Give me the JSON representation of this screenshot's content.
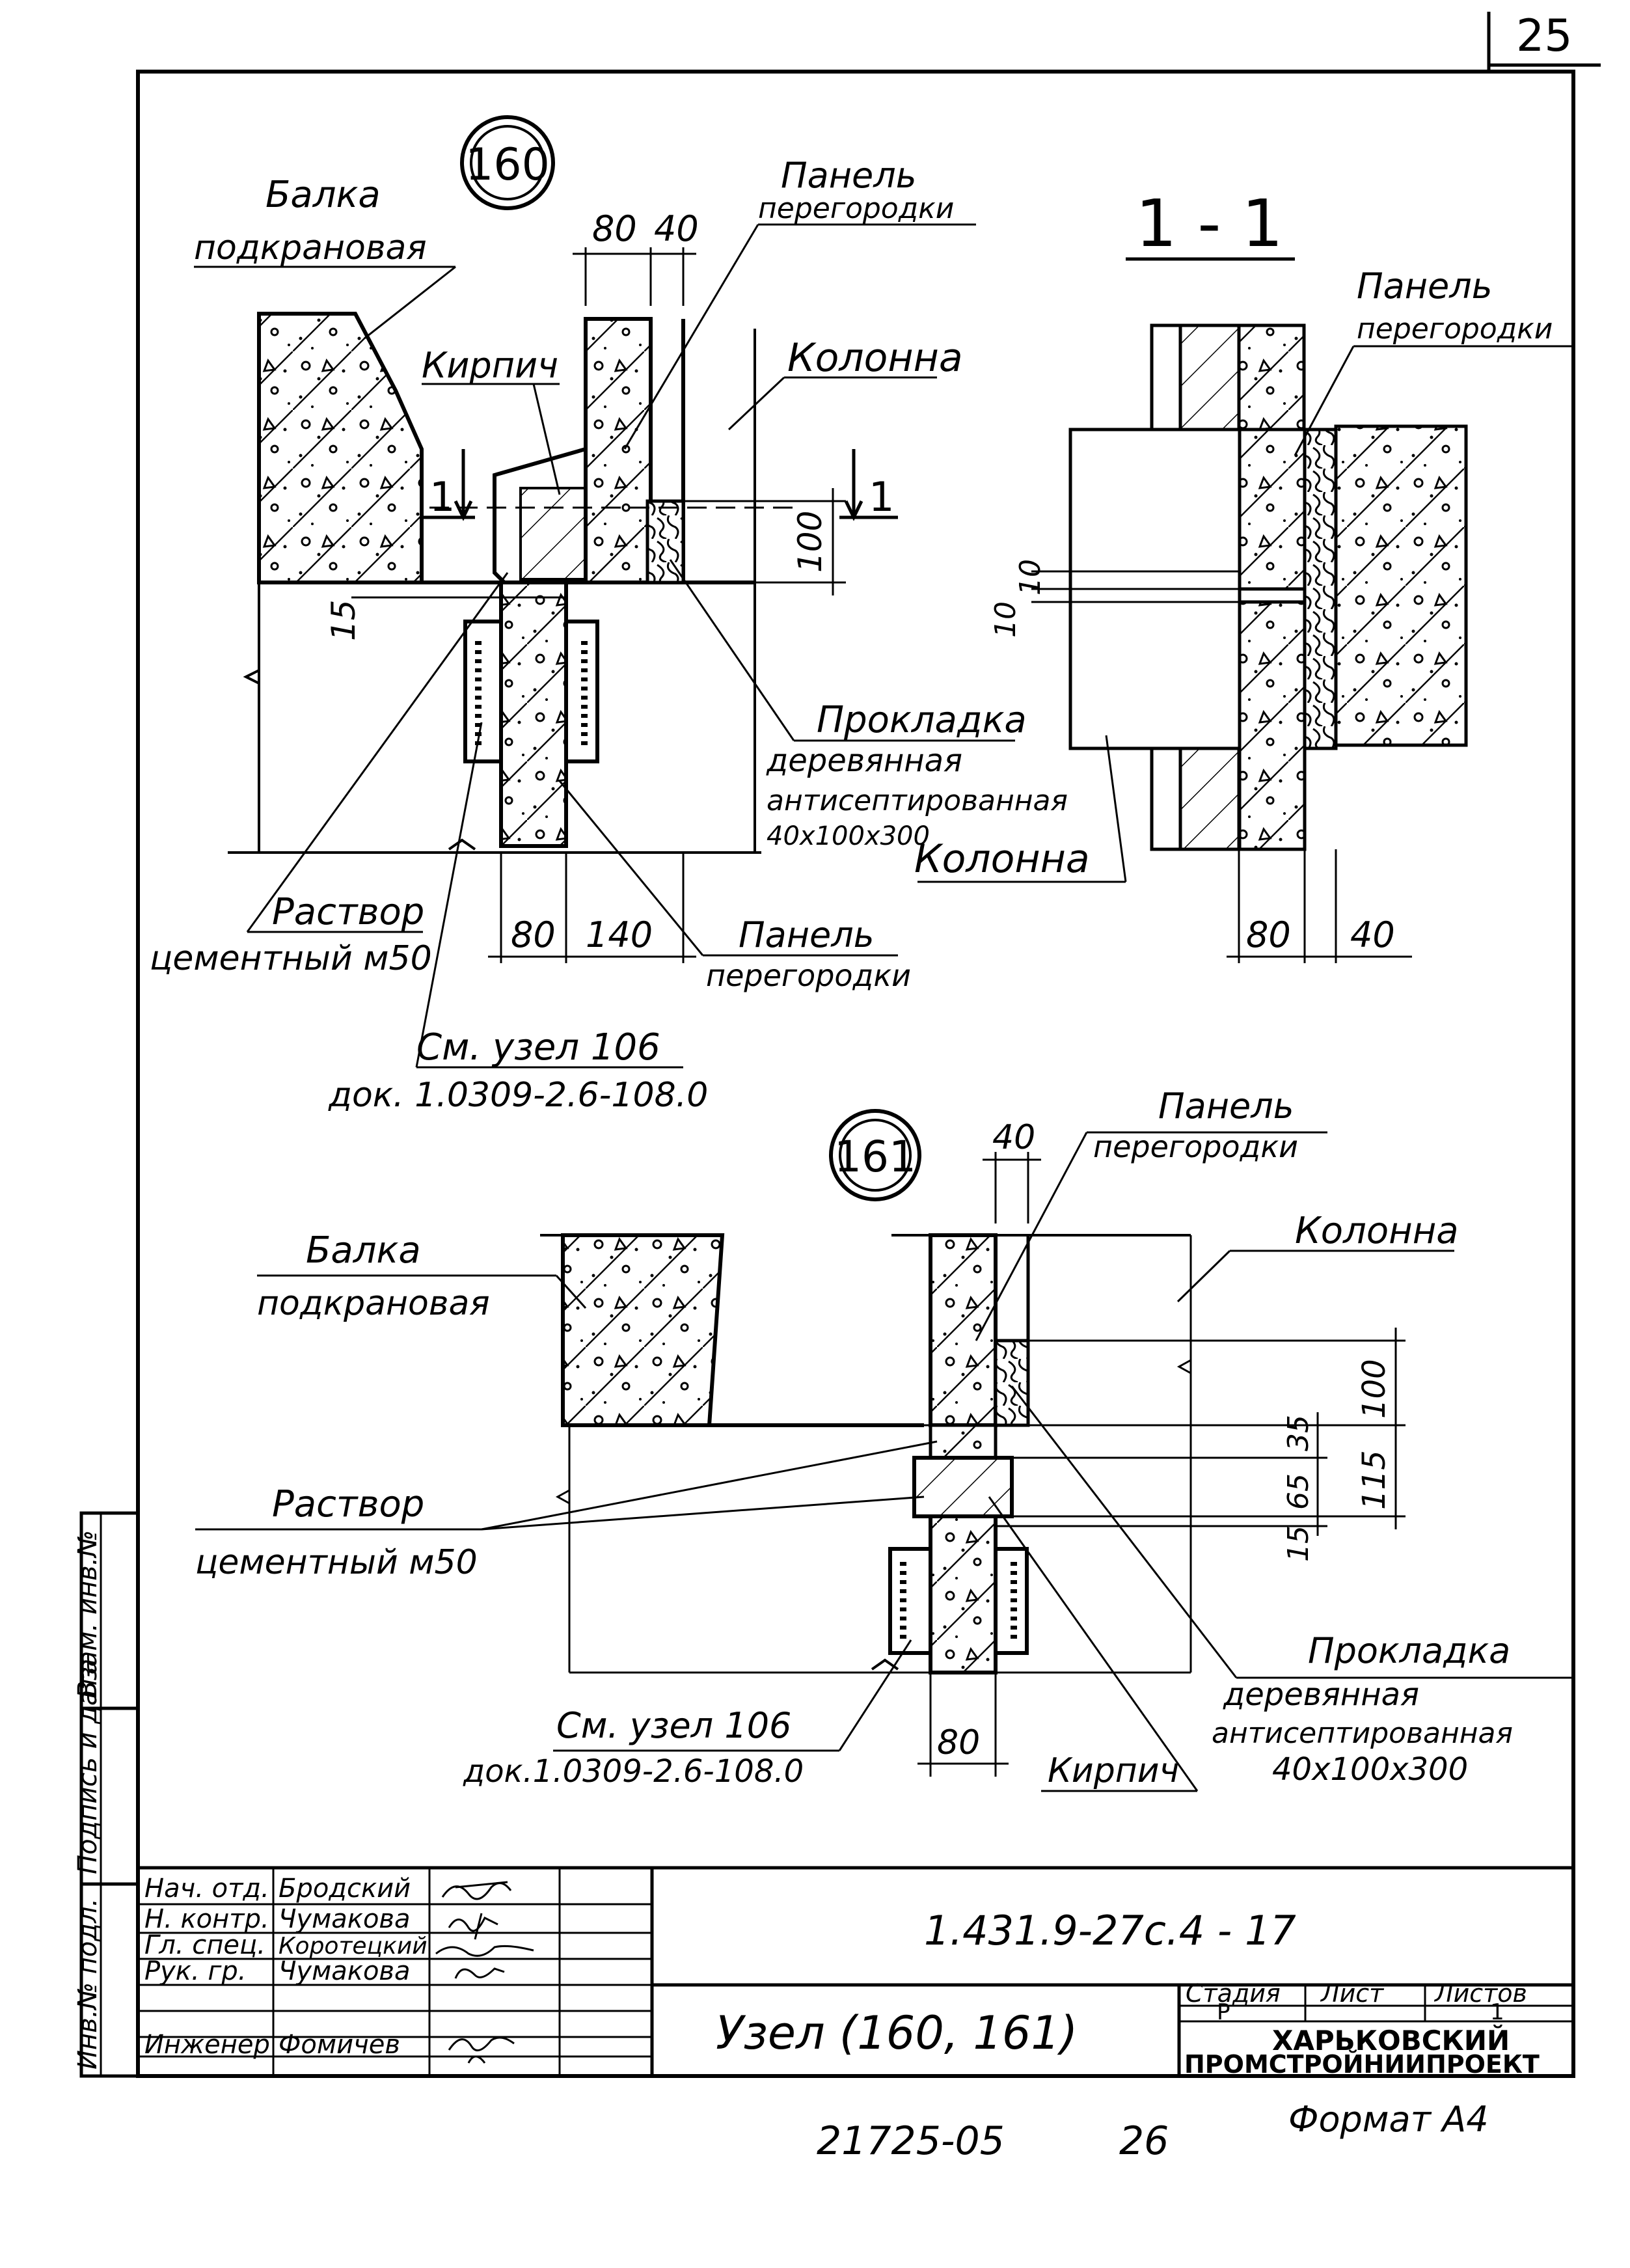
{
  "page_number": "25",
  "node160": {
    "number": "160",
    "beam_label_1": "Балка",
    "beam_label_2": "подкрановая",
    "panel_top_1": "Панель",
    "panel_top_2": "перегородки",
    "brick": "Кирпич",
    "column": "Колонна",
    "section_mark": "1",
    "dim_80": "80",
    "dim_40": "40",
    "dim_100": "100",
    "dim_15": "15",
    "dim_bottom_80": "80",
    "dim_bottom_140": "140",
    "pad_1": "Прокладка",
    "pad_2": "деревянная",
    "pad_3": "антисептированная",
    "pad_4": "40х100х300",
    "column_bottom": "Колонна",
    "mortar_1": "Раствор",
    "mortar_2": "цементный м50",
    "panel_bottom_1": "Панель",
    "panel_bottom_2": "перегородки",
    "ref_1": "См. узел 106",
    "ref_2": "док. 1.0309-2.6-108.0"
  },
  "section11": {
    "title": "1 - 1",
    "panel_1": "Панель",
    "panel_2": "перегородки",
    "dim_10a": "10",
    "dim_10b": "10",
    "dim_80": "80",
    "dim_40": "40"
  },
  "node161": {
    "number": "161",
    "dim_40": "40",
    "panel_1": "Панель",
    "panel_2": "перегородки",
    "column": "Колонна",
    "beam_1": "Балка",
    "beam_2": "подкрановая",
    "mortar_1": "Раствор",
    "mortar_2": "цементный м50",
    "dim_100": "100",
    "dim_35": "35",
    "dim_65": "65",
    "dim_115": "115",
    "dim_15": "15",
    "pad_1": "Прокладка",
    "pad_2": "деревянная",
    "pad_3": "антисептированная",
    "pad_4": "40х100х300",
    "ref_1": "См. узел 106",
    "ref_2": "док.1.0309-2.6-108.0",
    "dim_80": "80",
    "brick": "Кирпич"
  },
  "side_stamp": {
    "f1": "Взам. инв.№",
    "f2": "Подпись и дата",
    "f3": "Инв.№ подл."
  },
  "title_block": {
    "roles": [
      "Нач. отд.",
      "Н. контр.",
      "Гл. спец.",
      "Рук. гр.",
      "",
      "",
      "Инженер"
    ],
    "names": [
      "Бродский",
      "Чумакова",
      "Коротецкий",
      "Чумакова",
      "",
      "",
      "Фомичев"
    ],
    "doc_code": "1.431.9-27с.4 - 17",
    "title": "Узел (160, 161)",
    "stage_label": "Стадия",
    "sheet_label": "Лист",
    "sheets_label": "Листов",
    "stage": "Р",
    "sheet": "",
    "sheets": "1",
    "org_1": "ХАРЬКОВСКИЙ",
    "org_2": "ПРОМСТРОЙНИИПРОЕКТ"
  },
  "footer": {
    "inventory": "21725-05",
    "page": "26",
    "format": "Формат А4"
  }
}
